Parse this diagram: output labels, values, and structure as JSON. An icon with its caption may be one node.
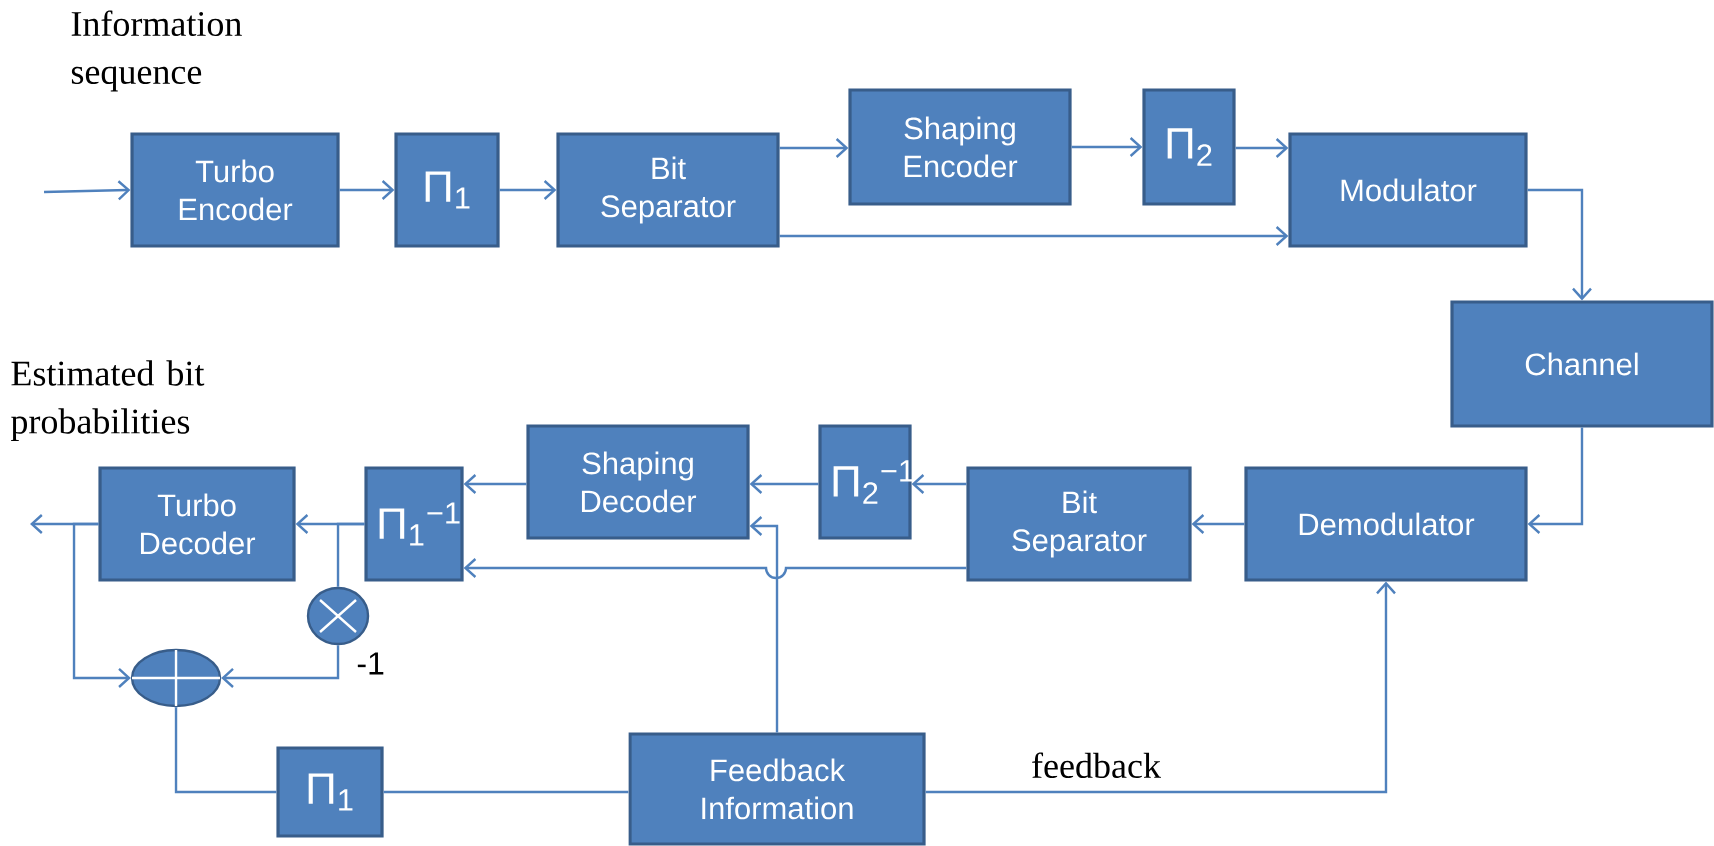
{
  "diagram": {
    "nodes": [
      {
        "text": [
          "Turbo Encoder"
        ]
      },
      {
        "text": [
          "Π$_{1}$"
        ]
      },
      {
        "text": [
          "Bit Separator"
        ]
      },
      {
        "text": [
          "Shaping Encoder"
        ]
      },
      {
        "text": [
          "Π$_{2}$"
        ]
      },
      {
        "text": [
          "Modulator"
        ]
      },
      {
        "text": [
          "Channel"
        ]
      },
      {
        "text": [
          "Demodulator"
        ]
      },
      {
        "text": [
          "Bit Separator"
        ]
      },
      {
        "text": [
          "Π$_{2}$$^{−1}$"
        ]
      },
      {
        "text": [
          "Shaping Decoder"
        ]
      },
      {
        "text": [
          "Π$_{1}$$^{−1}$"
        ]
      },
      {
        "text": [
          "Turbo Decoder"
        ]
      },
      {
        "text": [],
        "shape": "circle"
      },
      {
        "text": [],
        "shape": "circle"
      },
      {
        "text": [
          "Π$_{1}$"
        ]
      },
      {
        "text": [
          "Feedback Information"
        ]
      }
    ],
    "edges": [
      {
        "from": null,
        "to": 0,
        "arrow": "to"
      },
      {
        "from": 0,
        "to": 1,
        "arrow": "to"
      },
      {
        "from": 1,
        "to": 2,
        "arrow": "to"
      },
      {
        "from": 2,
        "to": 3,
        "arrow": "to"
      },
      {
        "from": 3,
        "to": 4,
        "arrow": "to"
      },
      {
        "from": 4,
        "to": 5,
        "arrow": "to"
      },
      {
        "from": 2,
        "to": 5,
        "arrow": "to"
      },
      {
        "from": 5,
        "to": 6,
        "arrow": "to"
      },
      {
        "from": 6,
        "to": 7,
        "arrow": "to"
      },
      {
        "from": 7,
        "to": 8,
        "arrow": "to"
      },
      {
        "from": 8,
        "to": 9,
        "arrow": "to"
      },
      {
        "from": 9,
        "to": 10,
        "arrow": "to"
      },
      {
        "from": 10,
        "to": 11,
        "arrow": "to"
      },
      {
        "from": 8,
        "to": 11,
        "arrow": "to"
      },
      {
        "from": 11,
        "to": 12,
        "arrow": "to"
      },
      {
        "from": 12,
        "to": null,
        "arrow": "to"
      },
      {
        "from": 12,
        "to": 14,
        "arrow": "to"
      },
      {
        "from": 11,
        "to": 13,
        "arrow": "none"
      },
      {
        "from": 13,
        "to": 14,
        "arrow": "to"
      },
      {
        "from": 15,
        "to": 14,
        "arrow": "none"
      },
      {
        "from": 16,
        "to": 15,
        "arrow": "none"
      },
      {
        "from": 16,
        "to": 10,
        "arrow": "to"
      },
      {
        "from": 16,
        "to": 7,
        "arrow": "to",
        "label": "feedback"
      }
    ],
    "labels": [
      "Information sequence",
      "Estimated bit probabilities",
      "-1"
    ]
  }
}
